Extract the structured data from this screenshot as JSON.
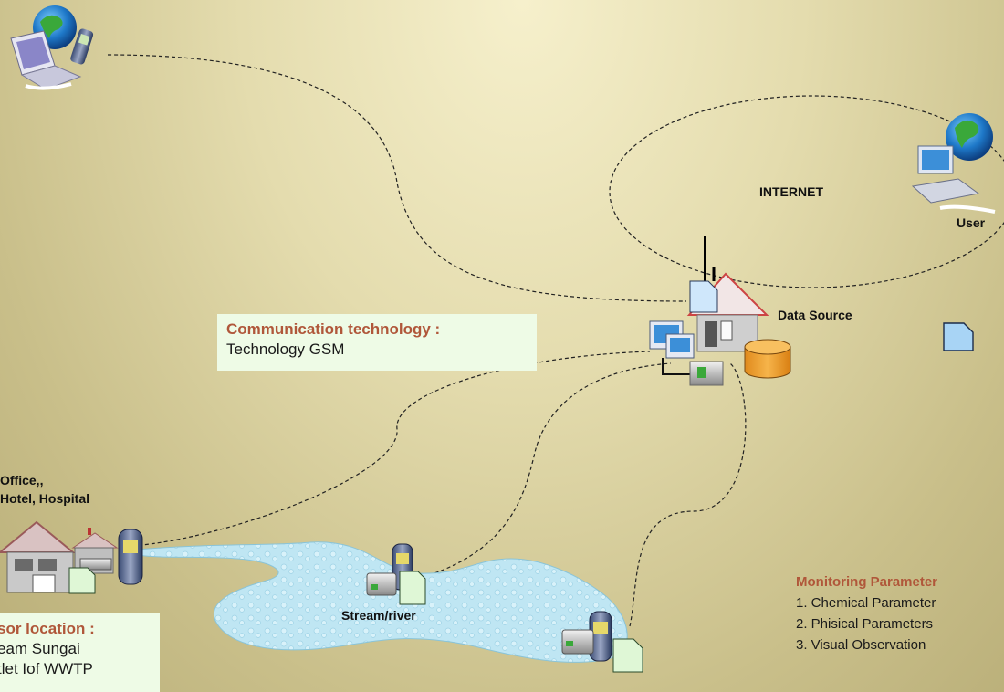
{
  "labels": {
    "internet": "INTERNET",
    "user": "User",
    "data_source": "Data Source",
    "office_line1": "Office,,",
    "office_line2": "Hotel, Hospital",
    "stream": "Stream/river"
  },
  "communication": {
    "title": "Communication technology :",
    "value": "Technology GSM"
  },
  "sensor_location": {
    "title": "sor location :",
    "lines": [
      "eam Sungai",
      "tlet Iof WWTP"
    ]
  },
  "monitoring": {
    "title": "Monitoring Parameter",
    "lines": [
      "1. Chemical Parameter",
      "2. Phisical Parameters",
      "3. Visual Observation"
    ]
  },
  "colors": {
    "callout_bg": "#eefbe6",
    "callout_title": "#b0573a",
    "river": "#b8e4f2",
    "database": "#f0a030",
    "document": "#a8d4f5"
  },
  "icons": [
    "laptop-globe-icon",
    "user-computer-globe-icon",
    "data-source-house-icon",
    "database-icon",
    "document-icon",
    "mobile-phone-icon",
    "sensor-device-icon",
    "building-icon",
    "antenna-icon"
  ]
}
